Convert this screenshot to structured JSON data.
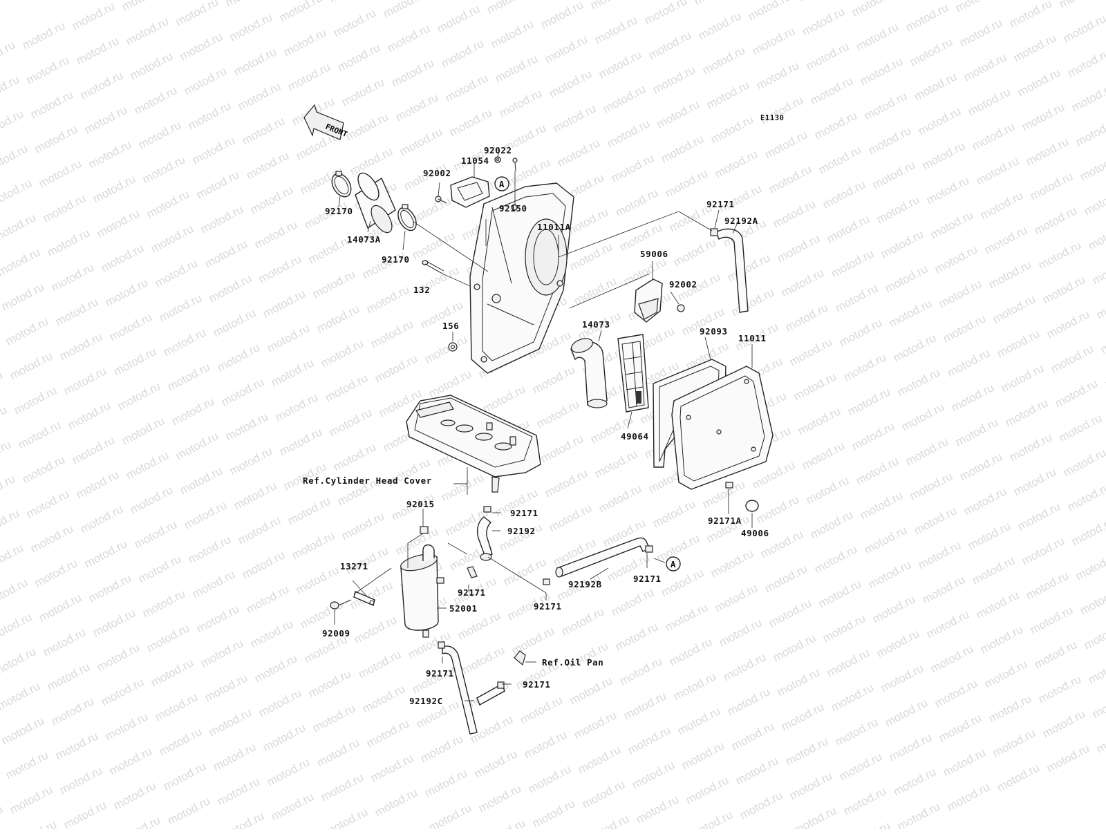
{
  "diagram": {
    "code": "E1130",
    "front_arrow": "FRONT",
    "labels": {
      "p92022": "92022",
      "p11054": "11054",
      "p92002_top": "92002",
      "p92150": "92150",
      "p92170_left": "92170",
      "p14073A": "14073A",
      "p92170_mid": "92170",
      "p11011A": "11011A",
      "p132": "132",
      "p156": "156",
      "p92171_tr": "92171",
      "p92192A": "92192A",
      "p59006": "59006",
      "p92002_right": "92002",
      "p14073": "14073",
      "p92093": "92093",
      "p11011": "11011",
      "p49064": "49064",
      "ref_cyl": "Ref.Cylinder Head Cover",
      "p92171_mid": "92171",
      "p92192": "92192",
      "p92015": "92015",
      "p13271": "13271",
      "p92171_c": "92171",
      "p52001": "52001",
      "p92009": "92009",
      "p92171_d": "92171",
      "p92192B": "92192B",
      "p92171_e": "92171",
      "p92171A": "92171A",
      "p49006": "49006",
      "p92171_f": "92171",
      "ref_oil": "Ref.Oil Pan",
      "p92171_g": "92171",
      "p92192C": "92192C"
    },
    "callout": "A",
    "callout_2": "A"
  },
  "watermark": {
    "text": "motod.ru"
  }
}
